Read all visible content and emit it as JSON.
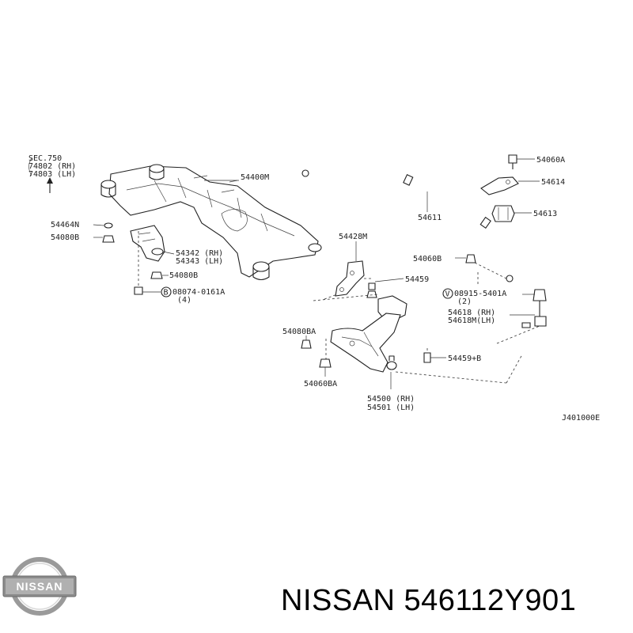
{
  "labels": {
    "sec750": "SEC.750",
    "p74802": "74802 (RH)",
    "p74803": "74803 (LH)",
    "p54400M": "54400M",
    "p54464N": "54464N",
    "p54080B_a": "54080B",
    "p54342": "54342 (RH)",
    "p54343": "54343 (LH)",
    "p54080B_b": "54080B",
    "p08074": "08074-0161A",
    "p08074_qty": "(4)",
    "p54611": "54611",
    "p54060A": "54060A",
    "p54614": "54614",
    "p54613": "54613",
    "p54428M": "54428M",
    "p54459": "54459",
    "p54060B": "54060B",
    "p08915": "08915-5401A",
    "p08915_qty": "(2)",
    "p54618": "54618 (RH)",
    "p54618M": "54618M(LH)",
    "p54080BA": "54080BA",
    "p54459B": "54459+B",
    "p54060BA": "54060BA",
    "p54500": "54500 (RH)",
    "p54501": "54501 (LH)",
    "figure_code": "J401000E",
    "circle_b": "B",
    "circle_v": "V"
  },
  "brand": {
    "logo_text": "NISSAN",
    "caption": "NISSAN 546112Y901"
  }
}
